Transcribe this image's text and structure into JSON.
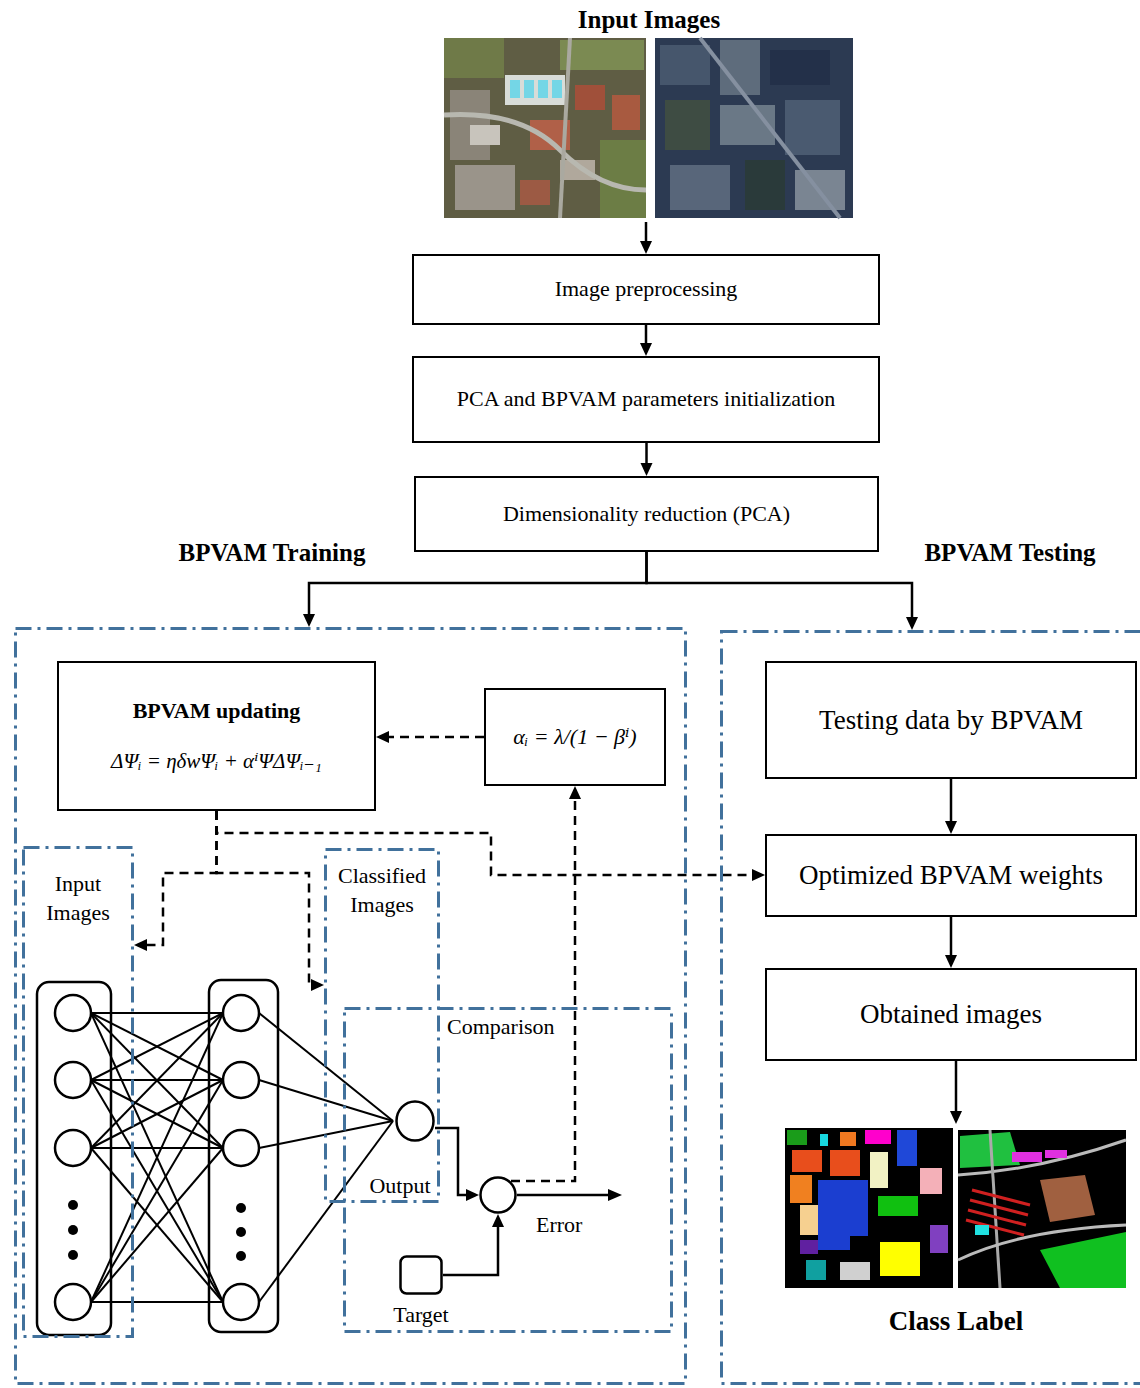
{
  "diagram": {
    "nodes": [
      {
        "text": [
          "Input Images"
        ]
      },
      {
        "text": [
          "Image preprocessing"
        ]
      },
      {
        "text": [
          "PCA and BPVAM parameters initialization"
        ]
      },
      {
        "text": [
          "Dimensionality reduction (PCA)"
        ]
      },
      {
        "text": [
          "BPVAM Training"
        ]
      },
      {
        "text": [
          "BPVAM Testing"
        ]
      },
      {
        "text": [
          "BPVAM updating",
          "ΔΨᵢ = ηδwΨᵢ + αⁱΨΔΨᵢ₋₁"
        ],
        "in": 4
      },
      {
        "text": [
          "αᵢ = λ/(1 − βⁱ)"
        ],
        "in": 4
      },
      {
        "text": [
          "Input Images"
        ],
        "in": 4
      },
      {
        "text": [
          "Classified Images"
        ],
        "in": 4
      },
      {
        "text": [
          "Comparison"
        ],
        "in": 4
      },
      {
        "text": [
          "Output"
        ],
        "in": 10
      },
      {
        "text": [
          "Error"
        ],
        "in": 10
      },
      {
        "text": [
          "Target"
        ],
        "in": 10
      },
      {
        "text": [
          "Testing data by BPVAM"
        ],
        "in": 5
      },
      {
        "text": [
          "Optimized BPVAM weights"
        ],
        "in": 5
      },
      {
        "text": [
          "Obtained images"
        ],
        "in": 5
      },
      {
        "text": [
          "Class Label"
        ],
        "in": 5
      }
    ],
    "edges": [
      {
        "from": 0,
        "to": 1,
        "arrow": "to"
      },
      {
        "from": 1,
        "to": 2,
        "arrow": "to"
      },
      {
        "from": 2,
        "to": 3,
        "arrow": "to"
      },
      {
        "from": 3,
        "to": 4,
        "arrow": "to"
      },
      {
        "from": 3,
        "to": 5,
        "arrow": "to"
      },
      {
        "from": 7,
        "to": 6,
        "arrow": "to"
      },
      {
        "from": 6,
        "to": 8,
        "arrow": "to"
      },
      {
        "from": 6,
        "to": 9,
        "arrow": "to"
      },
      {
        "from": 6,
        "to": 15,
        "arrow": "to"
      },
      {
        "from": 11,
        "to": 12,
        "arrow": "to"
      },
      {
        "from": 13,
        "to": 12,
        "arrow": "to"
      },
      {
        "from": 12,
        "to": 7,
        "arrow": "to"
      },
      {
        "from": 14,
        "to": 15,
        "arrow": "to"
      },
      {
        "from": 15,
        "to": 16,
        "arrow": "to"
      },
      {
        "from": 16,
        "to": 17,
        "arrow": "to"
      }
    ]
  }
}
